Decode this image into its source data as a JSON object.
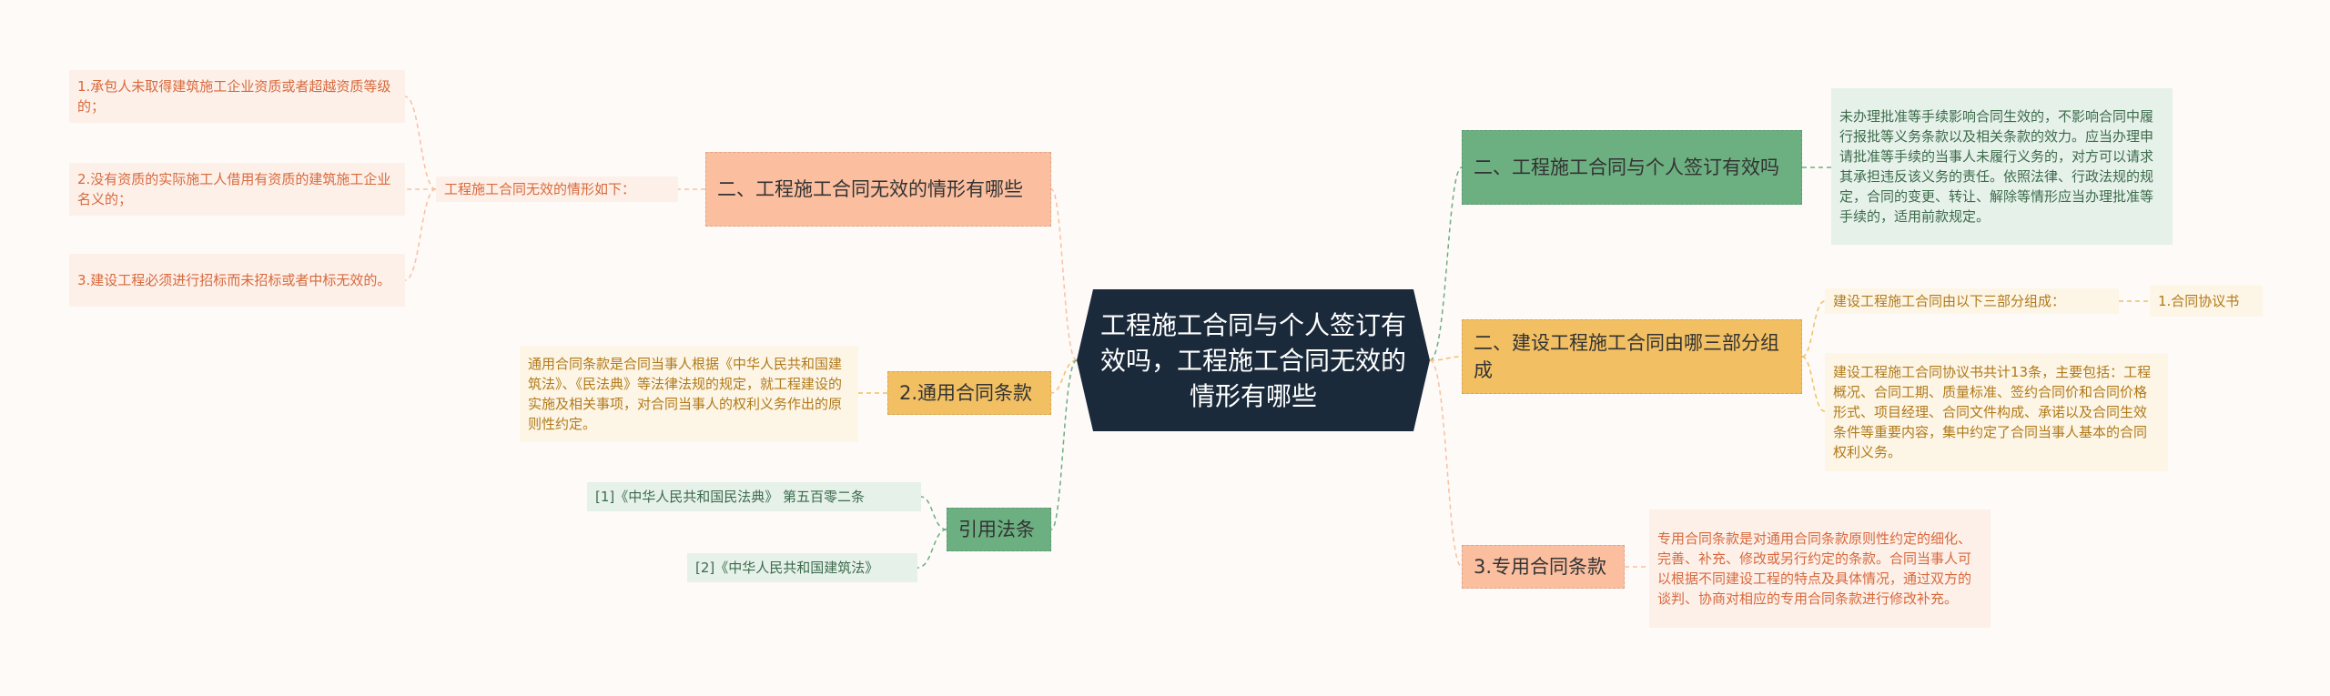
{
  "center": {
    "title": "工程施工合同与个人签订有效吗，工程施工合同无效的情形有哪些"
  },
  "left": {
    "invalid": {
      "label": "二、工程施工合同无效的情形有哪些",
      "intro": "工程施工合同无效的情形如下：",
      "items": [
        "1.承包人未取得建筑施工企业资质或者超越资质等级的；",
        "2.没有资质的实际施工人借用有资质的建筑施工企业名义的；",
        "3.建设工程必须进行招标而未招标或者中标无效的。"
      ]
    },
    "general": {
      "label": "2.通用合同条款",
      "text": "通用合同条款是合同当事人根据《中华人民共和国建筑法》、《民法典》等法律法规的规定，就工程建设的实施及相关事项，对合同当事人的权利义务作出的原则性约定。"
    },
    "refs": {
      "label": "引用法条",
      "items": [
        "[1]《中华人民共和国民法典》 第五百零二条",
        "[2]《中华人民共和国建筑法》"
      ]
    }
  },
  "right": {
    "personal": {
      "label": "二、工程施工合同与个人签订有效吗",
      "text": "未办理批准等手续影响合同生效的，不影响合同中履行报批等义务条款以及相关条款的效力。应当办理申请批准等手续的当事人未履行义务的，对方可以请求其承担违反该义务的责任。依照法律、行政法规的规定，合同的变更、转让、解除等情形应当办理批准等手续的，适用前款规定。"
    },
    "composition": {
      "label": "二、建设工程施工合同由哪三部分组成",
      "intro": "建设工程施工合同由以下三部分组成：",
      "first": "1.合同协议书",
      "detail": "建设工程施工合同协议书共计13条，主要包括：工程概况、合同工期、质量标准、签约合同价和合同价格形式、项目经理、合同文件构成、承诺以及合同生效条件等重要内容，集中约定了合同当事人基本的合同权利义务。"
    },
    "special": {
      "label": "3.专用合同条款",
      "text": "专用合同条款是对通用合同条款原则性约定的细化、完善、补充、修改或另行约定的条款。合同当事人可以根据不同建设工程的特点及具体情况，通过双方的谈判、协商对相应的专用合同条款进行修改补充。"
    }
  },
  "colors": {
    "background": "#fdfaf8",
    "center": "#1b2a3b",
    "orange": "#fbbfa0",
    "yellow": "#f2c063",
    "green": "#6caf80"
  }
}
